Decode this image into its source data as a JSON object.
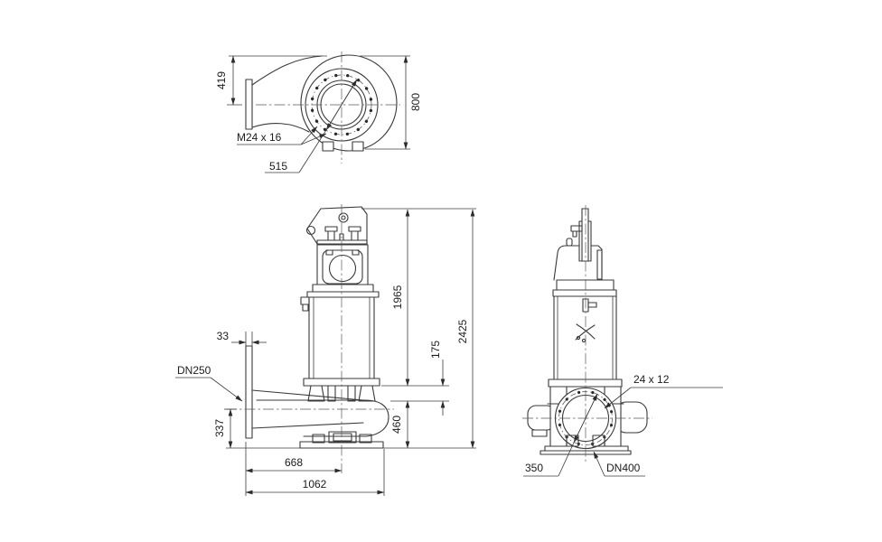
{
  "top_view": {
    "inlet_center_height": "419",
    "casing_height": "800",
    "bolt_thread_spec": "M24 x 16",
    "bolt_circle_diameter": "515"
  },
  "side_view": {
    "flange_thickness": "33",
    "inlet_flange": "DN250",
    "inlet_center_to_base": "337",
    "flange_to_centerline": "668",
    "overall_length": "1062",
    "top_to_motor_foot": "1965",
    "foot_to_casing_gap": "175",
    "casing_height": "460",
    "overall_height": "2425"
  },
  "front_view": {
    "bolt_hole_spec": "24 x 12",
    "bolt_circle_diameter": "350",
    "outlet_flange": "DN400"
  }
}
